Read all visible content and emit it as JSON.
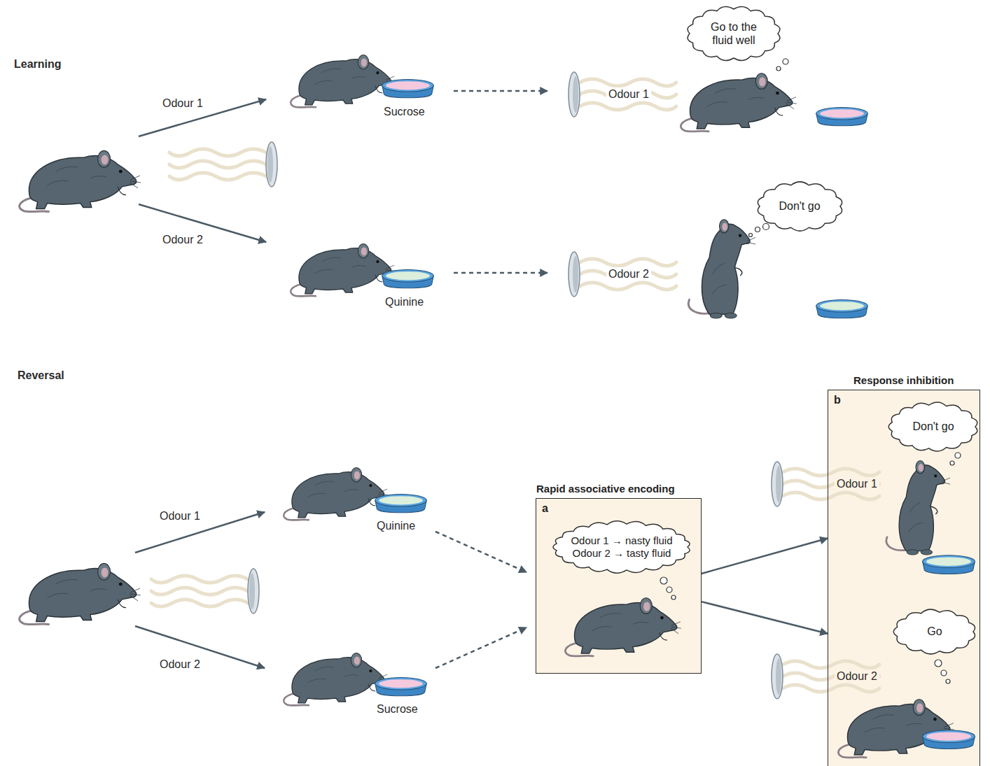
{
  "diagram": {
    "nodes": [
      {
        "text": [
          "Go to the fluid well"
        ]
      },
      {
        "text": [
          "Don't go"
        ]
      },
      {
        "text": [
          "Rapid associative encoding",
          "a"
        ]
      },
      {
        "text": [
          "Odour 1 → nasty fluid",
          "Odour 2 → tasty fluid"
        ],
        "in": 2
      },
      {
        "text": [
          "Response inhibition",
          "b"
        ]
      },
      {
        "text": [
          "Don't go"
        ],
        "in": 4
      },
      {
        "text": [
          "Go"
        ],
        "in": 4
      }
    ],
    "edges": [
      {
        "from": 2,
        "to": 4,
        "arrow": "to"
      },
      {
        "from": 2,
        "to": 4,
        "arrow": "to"
      }
    ],
    "labels": [
      "Learning",
      "Odour 1",
      "Odour 2",
      "Sucrose",
      "Quinine",
      "Odour 1",
      "Odour 2",
      "Reversal",
      "Odour 1",
      "Odour 2",
      "Quinine",
      "Sucrose",
      "Odour 1",
      "Odour 2"
    ]
  }
}
